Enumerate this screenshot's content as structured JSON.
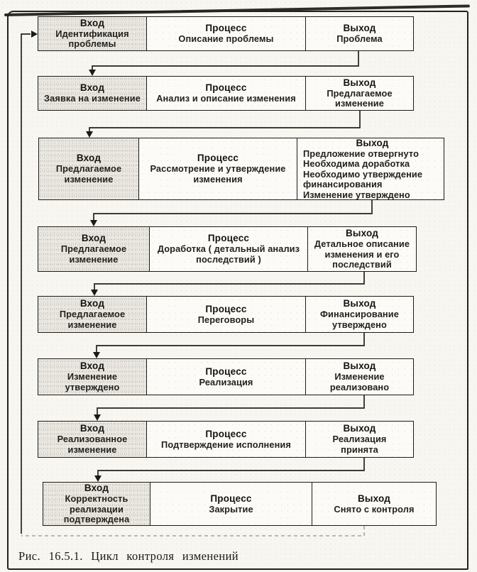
{
  "figure": {
    "caption": "Рис.  16.5.1.  Цикл  контроля  изменений",
    "type": "flowchart",
    "title_semantic": "Change control cycle"
  },
  "colors": {
    "line": "#1d1b17",
    "input_cell_bg": "#e9e7e0",
    "cell_bg": "#fcfbf7",
    "page_bg": "#f7f6f1"
  },
  "rows": [
    {
      "in_h": "Вход",
      "in_t": "Идентификация\nпроблемы",
      "p_h": "Процесс",
      "p_t": "Описание проблемы",
      "o_h": "Выход",
      "o_t": "Проблема"
    },
    {
      "in_h": "Вход",
      "in_t": "Заявка на изменение",
      "p_h": "Процесс",
      "p_t": "Анализ и описание изменения",
      "o_h": "Выход",
      "o_t": "Предлагаемое\nизменение"
    },
    {
      "in_h": "Вход",
      "in_t": "Предлагаемое\nизменение",
      "p_h": "Процесс",
      "p_t": "Рассмотрение и утверждение\nизменения",
      "o_h": "Выход",
      "o_t": "Предложение отвергнуто\nНеобходима доработка\nНеобходимо утверждение\nфинансирования\nИзменение утверждено"
    },
    {
      "in_h": "Вход",
      "in_t": "Предлагаемое\nизменение",
      "p_h": "Процесс",
      "p_t": "Доработка ( детальный анализ\nпоследствий )",
      "o_h": "Выход",
      "o_t": "Детальное описание\nизменения и его\nпоследствий"
    },
    {
      "in_h": "Вход",
      "in_t": "Предлагаемое\nизменение",
      "p_h": "Процесс",
      "p_t": "Переговоры",
      "o_h": "Выход",
      "o_t": "Финансирование\nутверждено"
    },
    {
      "in_h": "Вход",
      "in_t": "Изменение\nутверждено",
      "p_h": "Процесс",
      "p_t": "Реализация",
      "o_h": "Выход",
      "o_t": "Изменение\nреализовано"
    },
    {
      "in_h": "Вход",
      "in_t": "Реализованное\nизменение",
      "p_h": "Процесс",
      "p_t": "Подтверждение исполнения",
      "o_h": "Выход",
      "o_t": "Реализация\nпринята"
    },
    {
      "in_h": "Вход",
      "in_t": "Корректность\nреализации\nподтверждена",
      "p_h": "Процесс",
      "p_t": "Закрытие",
      "o_h": "Выход",
      "o_t": "Снято с контроля"
    }
  ]
}
